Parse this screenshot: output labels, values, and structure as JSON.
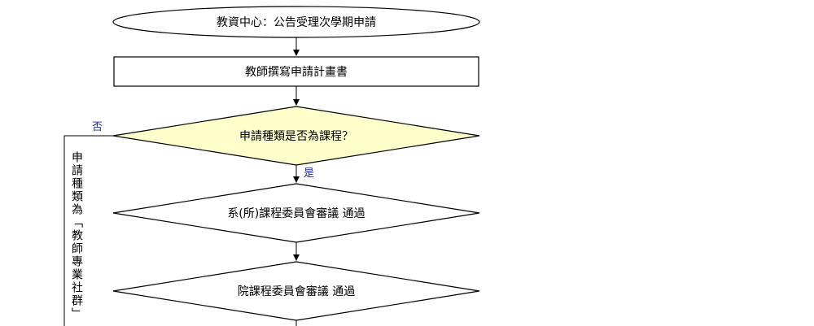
{
  "diagram": {
    "nodes": {
      "start": "教資中心：公告受理次學期申請",
      "write_plan": "教師撰寫申請計畫書",
      "decision": "申請種類是否為課程？",
      "dept_review": "系(所)課程委員會審議 通過",
      "college_review": "院課程委員會審議 通過"
    },
    "edges": {
      "no_label": "否",
      "yes_label": "是"
    },
    "side_branch_label": "申請種類為「教師專業社群」"
  },
  "colors": {
    "decision_fill": "#ffffcc",
    "line": "#000000",
    "branch_label": "#1f2f99"
  }
}
